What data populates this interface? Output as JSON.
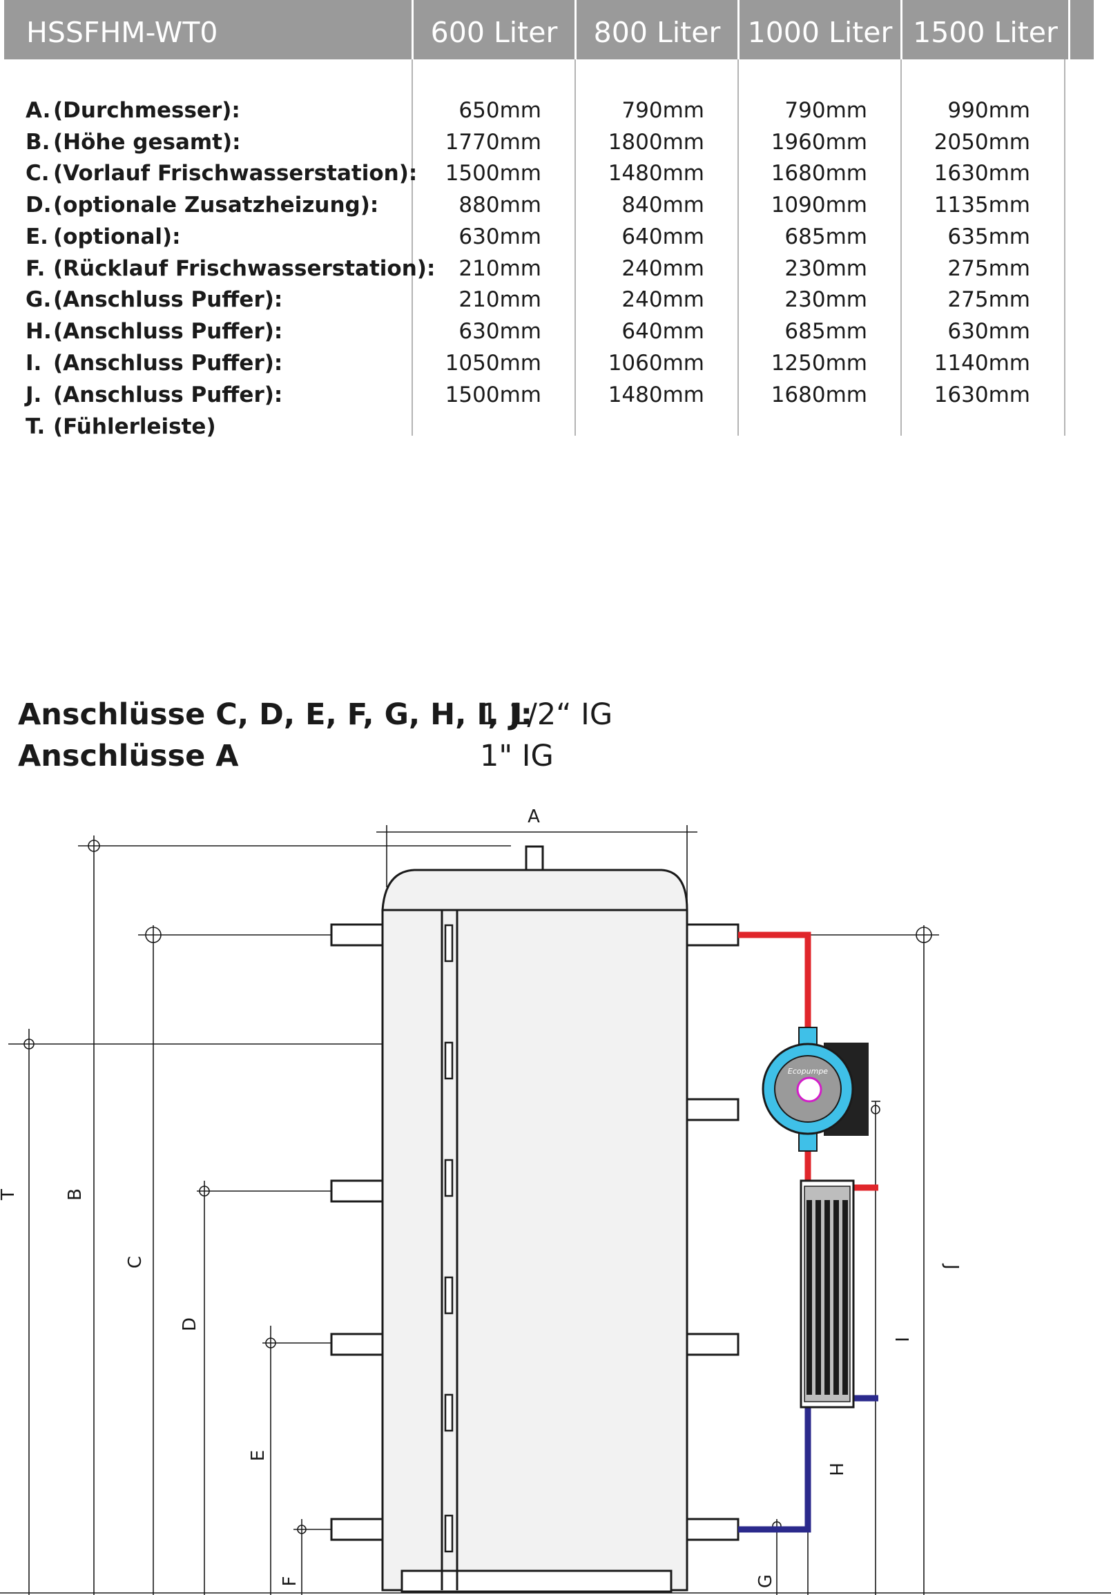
{
  "header": {
    "model": "HSSFHM-WT0",
    "columns": [
      "600 Liter",
      "800 Liter",
      "1000 Liter",
      "1500 Liter"
    ]
  },
  "rows": [
    {
      "letter": "A.",
      "label": "(Durchmesser):",
      "values": [
        "650mm",
        "790mm",
        "790mm",
        "990mm"
      ]
    },
    {
      "letter": "B.",
      "label": "(Höhe gesamt):",
      "values": [
        "1770mm",
        "1800mm",
        "1960mm",
        "2050mm"
      ]
    },
    {
      "letter": "C.",
      "label": "(Vorlauf Frischwasserstation):",
      "values": [
        "1500mm",
        "1480mm",
        "1680mm",
        "1630mm"
      ]
    },
    {
      "letter": "D.",
      "label": "(optionale Zusatzheizung):",
      "values": [
        "880mm",
        "840mm",
        "1090mm",
        "1135mm"
      ]
    },
    {
      "letter": "E.",
      "label": "(optional):",
      "values": [
        "630mm",
        "640mm",
        "685mm",
        "635mm"
      ]
    },
    {
      "letter": "F.",
      "label": "(Rücklauf Frischwasserstation):",
      "values": [
        "210mm",
        "240mm",
        "230mm",
        "275mm"
      ]
    },
    {
      "letter": "G.",
      "label": "(Anschluss Puffer):",
      "values": [
        "210mm",
        "240mm",
        "230mm",
        "275mm"
      ]
    },
    {
      "letter": "H.",
      "label": "(Anschluss Puffer):",
      "values": [
        "630mm",
        "640mm",
        "685mm",
        "630mm"
      ]
    },
    {
      "letter": "I.",
      "label": "(Anschluss Puffer):",
      "values": [
        "1050mm",
        "1060mm",
        "1250mm",
        "1140mm"
      ]
    },
    {
      "letter": "J.",
      "label": "(Anschluss Puffer):",
      "values": [
        "1500mm",
        "1480mm",
        "1680mm",
        "1630mm"
      ]
    },
    {
      "letter": "T.",
      "label": "(Fühlerleiste)",
      "values": [
        "",
        "",
        "",
        ""
      ]
    }
  ],
  "connections": [
    {
      "label": "Anschlüsse C, D, E, F, G, H, I, J:",
      "value": "1 1/2“ IG"
    },
    {
      "label": "Anschlüsse A",
      "value": "1\" IG"
    }
  ],
  "diagram": {
    "dimension_labels": [
      "A",
      "T",
      "B",
      "C",
      "D",
      "E",
      "F",
      "G",
      "H",
      "I",
      "J"
    ],
    "pump_brand": "Ecopumpe",
    "colors": {
      "hot": "#e0262b",
      "cold": "#2b2a8c",
      "pump": "#3fc0e8",
      "header": "#9a9a9a"
    }
  }
}
